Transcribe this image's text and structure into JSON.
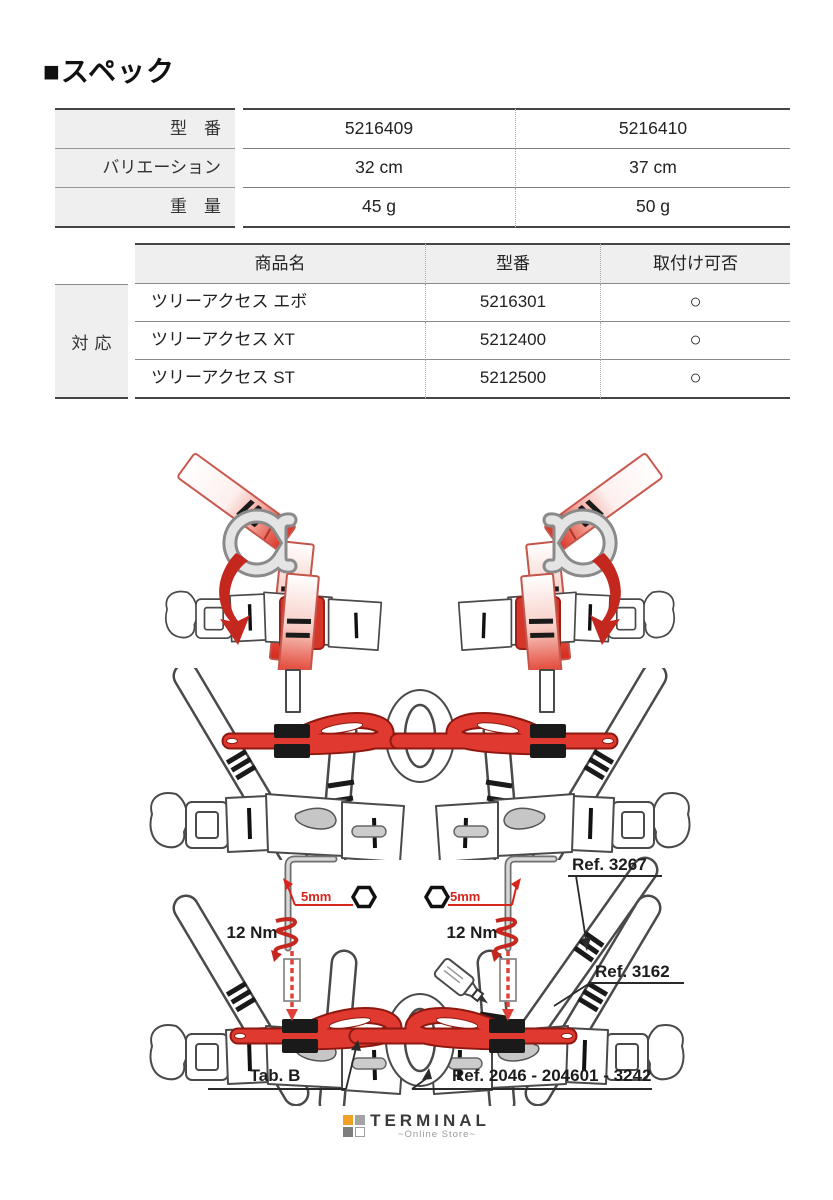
{
  "heading": {
    "bullet": "■",
    "text": "スペック"
  },
  "spec_table": {
    "rows": [
      {
        "label": "型　番",
        "v1": "5216409",
        "v2": "5216410"
      },
      {
        "label": "バリエーション",
        "v1": "32 cm",
        "v2": "37 cm"
      },
      {
        "label": "重　量",
        "v1": "45 g",
        "v2": "50 g"
      }
    ]
  },
  "compat_table": {
    "side_label": "対応",
    "headers": [
      "商品名",
      "型番",
      "取付け可否"
    ],
    "rows": [
      {
        "name": "ツリーアクセス エボ",
        "model": "5216301",
        "ok": "○"
      },
      {
        "name": "ツリーアクセス XT",
        "model": "5212400",
        "ok": "○"
      },
      {
        "name": "ツリーアクセス ST",
        "model": "5212500",
        "ok": "○"
      }
    ]
  },
  "diagram": {
    "torque": "12 Nm",
    "hex_size": "5mm",
    "ref_top": "Ref. 3267",
    "ref_mid": "Ref. 3162",
    "tab": "Tab. B",
    "ref_cord": "Ref. 2046 - 204601 - 3242"
  },
  "footer": {
    "brand": "TERMINAL",
    "tagline": "~Online Store~"
  },
  "colors": {
    "red": "#E03A30",
    "dark_red": "#8E1810",
    "arrow_red": "#C3271E",
    "orange": "#F0A224",
    "table_gray": "#EFEFEF"
  }
}
